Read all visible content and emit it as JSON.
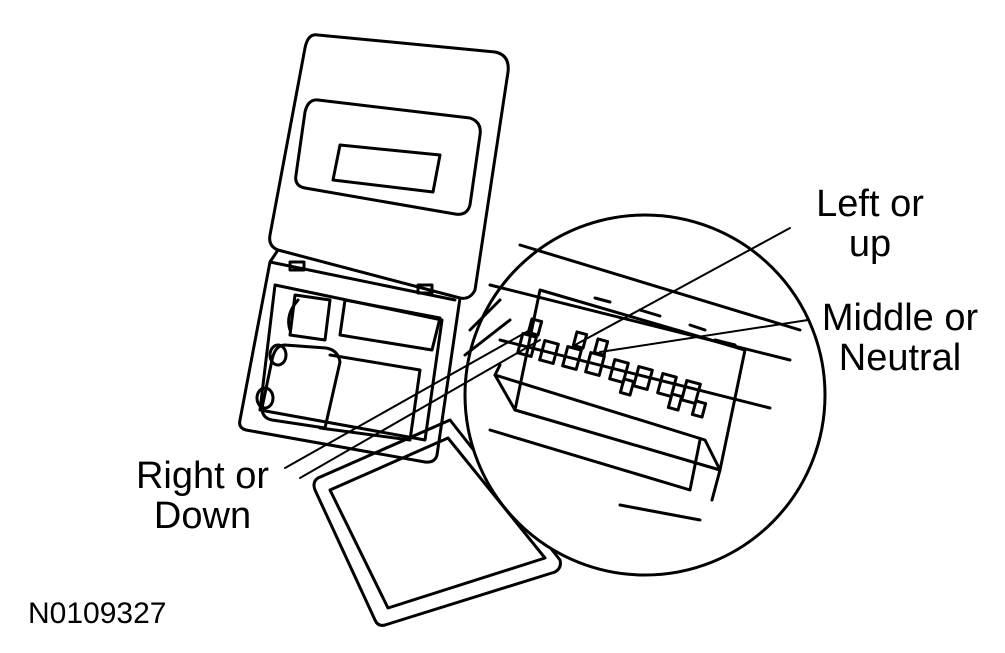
{
  "labels": {
    "left_or_up": {
      "line1": "Left or",
      "line2": "up"
    },
    "middle_or_neutral": {
      "line1": "Middle or",
      "line2": "Neutral"
    },
    "right_or_down": {
      "line1": "Right or",
      "line2": "Down"
    }
  },
  "figure_id": "N0109327",
  "colors": {
    "line": "#000000",
    "background": "#ffffff"
  }
}
